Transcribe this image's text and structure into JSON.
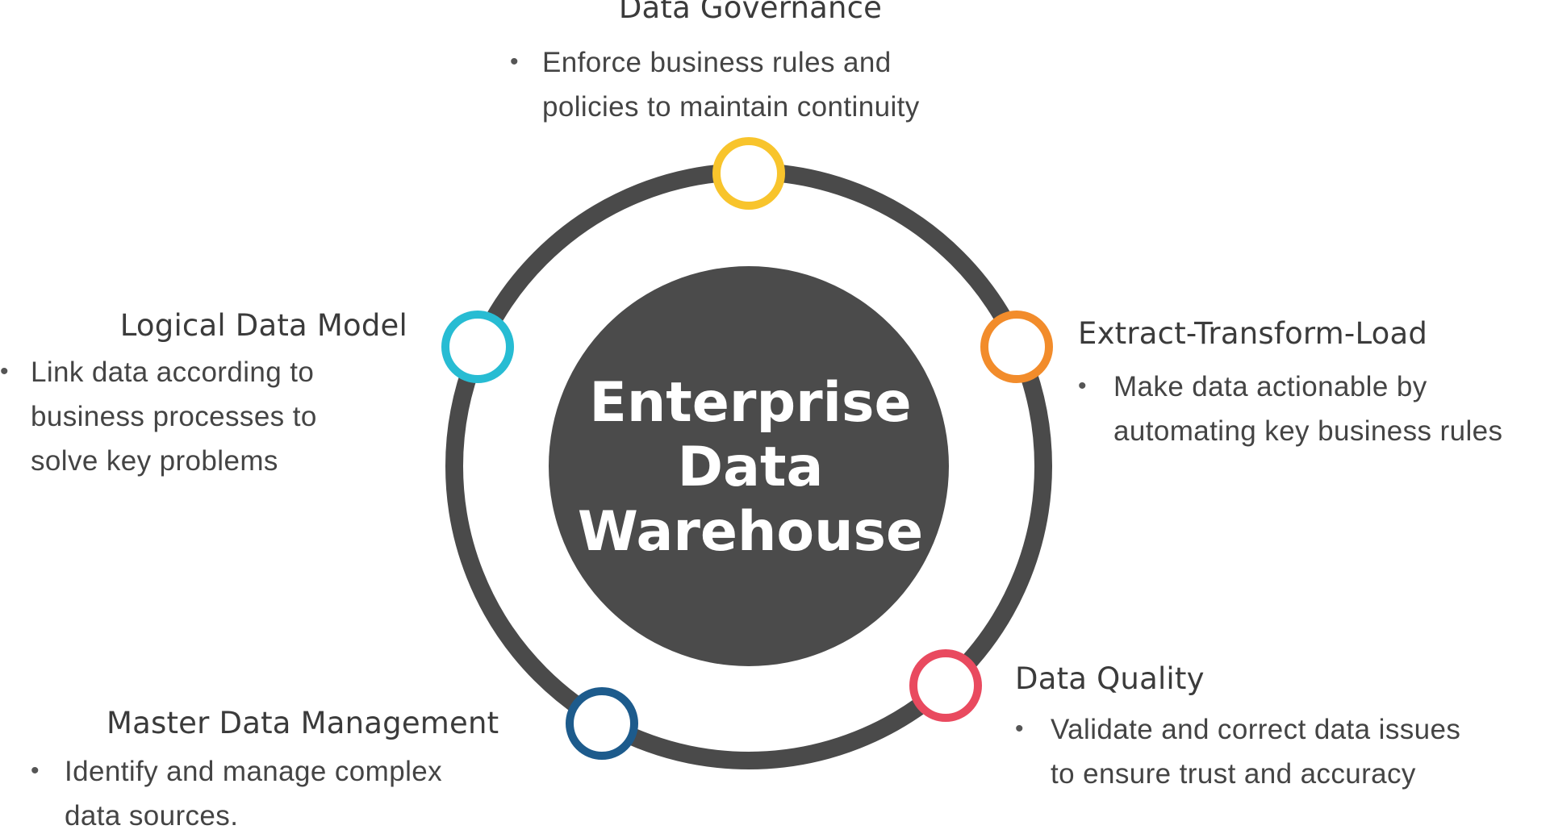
{
  "center": {
    "line1": "Enterprise",
    "line2": "Data",
    "line3": "Warehouse"
  },
  "colors": {
    "ring": "#4a4a4a",
    "hub": "#4b4b4b",
    "governance": "#f8c42c",
    "etl": "#f28c2b",
    "quality": "#e94a5f",
    "mdm": "#1d5b8c",
    "ldm": "#27bcd3"
  },
  "nodes": {
    "governance": {
      "title": "Data Governance",
      "line1": "Enforce business rules and",
      "line2": "policies to maintain continuity"
    },
    "etl": {
      "title": "Extract-Transform-Load",
      "line1": "Make data actionable by",
      "line2": "automating key business rules"
    },
    "quality": {
      "title": "Data Quality",
      "line1": "Validate and correct data issues",
      "line2": "to ensure trust and accuracy"
    },
    "mdm": {
      "title": "Master Data Management",
      "line1": "Identify and manage complex",
      "line2": "data sources."
    },
    "ldm": {
      "title": "Logical Data Model",
      "line1": "Link data according to",
      "line2": "business processes to",
      "line3": "solve key problems"
    }
  }
}
